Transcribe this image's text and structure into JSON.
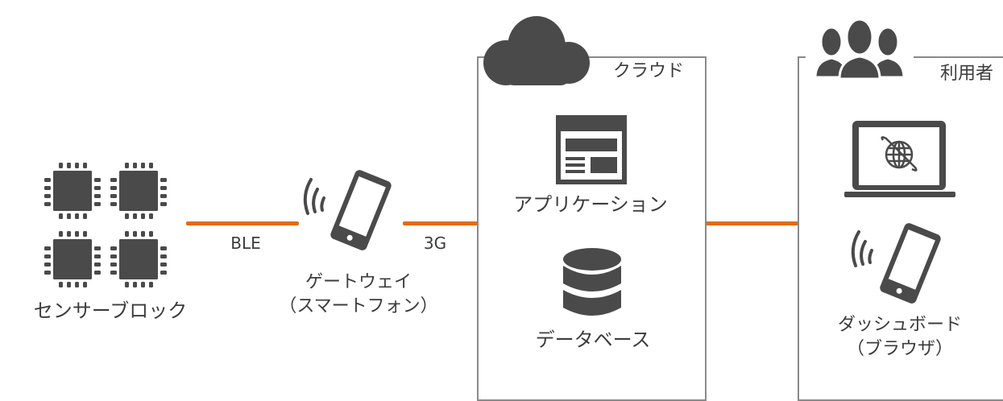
{
  "colors": {
    "icon": "#4a4a4a",
    "link": "#e36c09",
    "box_border": "#8a8a8a"
  },
  "sensor_block": {
    "label": "センサーブロック",
    "icon": "chip-icon"
  },
  "ble_link": {
    "label": "BLE"
  },
  "gateway": {
    "label_line1": "ゲートウェイ",
    "label_line2": "（スマートフォン）",
    "icon": "smartphone-wireless-icon"
  },
  "g3_link": {
    "label": "3G"
  },
  "cloud": {
    "title": "クラウド",
    "icon": "cloud-icon",
    "application": {
      "label": "アプリケーション",
      "icon": "web-app-icon"
    },
    "database": {
      "label": "データベース",
      "icon": "database-icon"
    }
  },
  "users": {
    "title": "利用者",
    "icon": "users-icon",
    "laptop": {
      "icon": "laptop-globe-icon"
    },
    "dashboard": {
      "label_line1": "ダッシュボード",
      "label_line2": "（ブラウザ）",
      "icon": "smartphone-wireless-icon"
    }
  }
}
